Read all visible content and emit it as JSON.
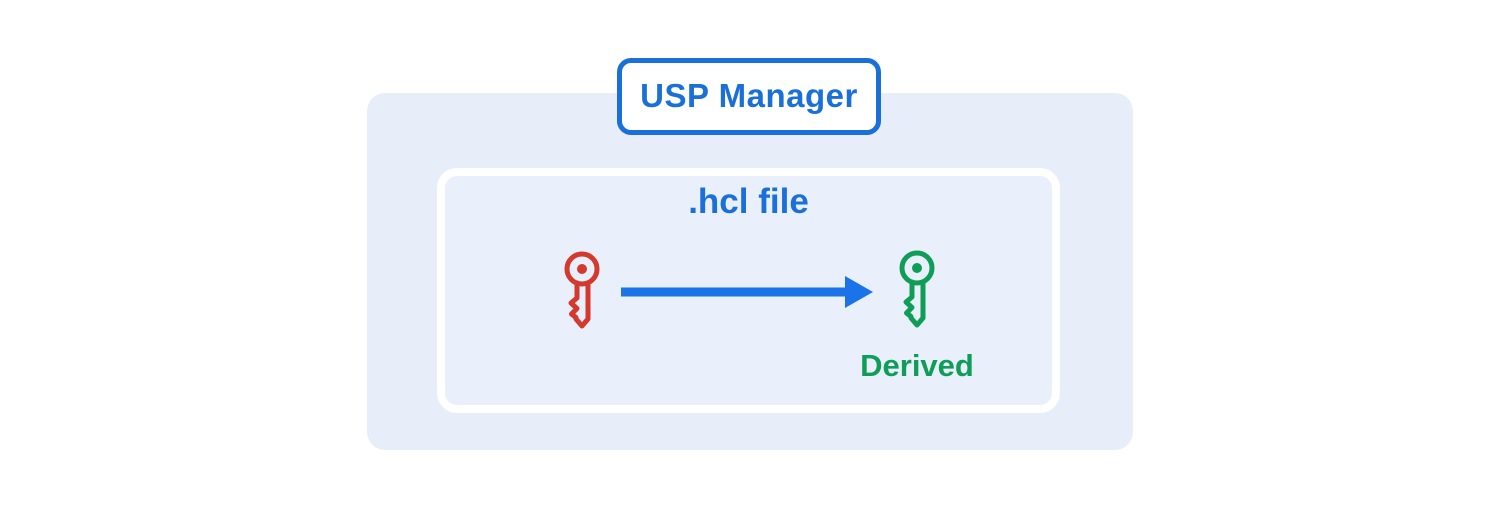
{
  "colors": {
    "blue": "#1a6fd8",
    "arrow_blue": "#1a73e8",
    "key_red": "#d5382c",
    "key_green": "#0f9d58",
    "container_bg": "#e8eef9",
    "inner_bg": "#e9effb",
    "white": "#ffffff"
  },
  "manager_badge": {
    "label": "USP Manager"
  },
  "hcl_box": {
    "title": ".hcl file"
  },
  "diagram": {
    "source_key": {
      "icon": "red-key-icon",
      "color_name": "red"
    },
    "arrow": {
      "icon": "arrow-right-icon",
      "direction": "right"
    },
    "derived_key": {
      "icon": "green-key-icon",
      "color_name": "green",
      "label": "Derived"
    }
  }
}
